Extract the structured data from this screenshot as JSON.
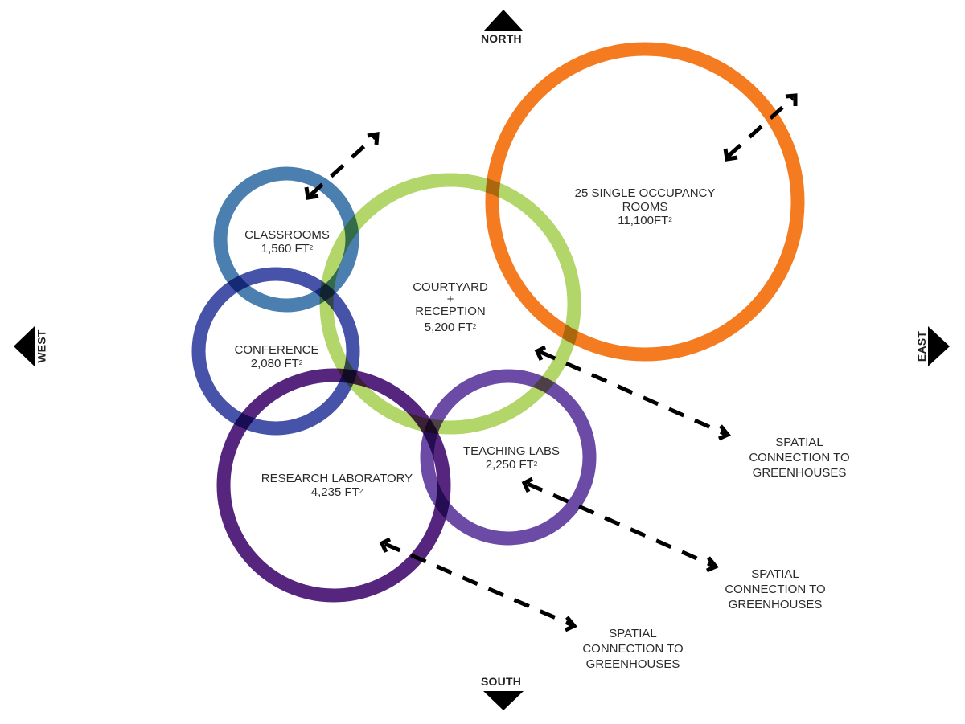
{
  "compass": {
    "north": "NORTH",
    "south": "SOUTH",
    "east": "EAST",
    "west": "WEST"
  },
  "spaces": [
    {
      "id": "single-occupancy-rooms",
      "lines": [
        "25 SINGLE OCCUPANCY",
        "ROOMS"
      ],
      "area": "11,100FT",
      "unit_sup": "2",
      "color": "#f47b20"
    },
    {
      "id": "courtyard-reception",
      "lines": [
        "COURTYARD",
        "+",
        "RECEPTION"
      ],
      "area": "5,200 FT",
      "unit_sup": "2",
      "color": "#b2d66a"
    },
    {
      "id": "classrooms",
      "lines": [
        "CLASSROOMS"
      ],
      "area": "1,560 FT",
      "unit_sup": "2",
      "color": "#4a7fb0"
    },
    {
      "id": "conference",
      "lines": [
        "CONFERENCE"
      ],
      "area": "2,080 FT",
      "unit_sup": "2",
      "color": "#4753a8"
    },
    {
      "id": "research-laboratory",
      "lines": [
        "RESEARCH LABORATORY"
      ],
      "area": "4,235 FT",
      "unit_sup": "2",
      "color": "#56267f"
    },
    {
      "id": "teaching-labs",
      "lines": [
        "TEACHING LABS"
      ],
      "area": "2,250 FT",
      "unit_sup": "2",
      "color": "#6c4ba6"
    }
  ],
  "connections": [
    {
      "id": "classrooms-exterior",
      "type": "bidirectional-dashed-arrow"
    },
    {
      "id": "rooms-exterior",
      "type": "bidirectional-dashed-arrow"
    },
    {
      "id": "courtyard-greenhouses",
      "type": "bidirectional-dashed-arrow"
    },
    {
      "id": "teaching-labs-greenhouses",
      "type": "bidirectional-dashed-arrow"
    },
    {
      "id": "research-lab-greenhouses",
      "type": "bidirectional-dashed-arrow"
    }
  ],
  "notes": [
    {
      "lines": [
        "SPATIAL",
        "CONNECTION TO",
        "GREENHOUSES"
      ]
    },
    {
      "lines": [
        "SPATIAL",
        "CONNECTION TO",
        "GREENHOUSES"
      ]
    },
    {
      "lines": [
        "SPATIAL",
        "CONNECTION TO",
        "GREENHOUSES"
      ]
    }
  ]
}
